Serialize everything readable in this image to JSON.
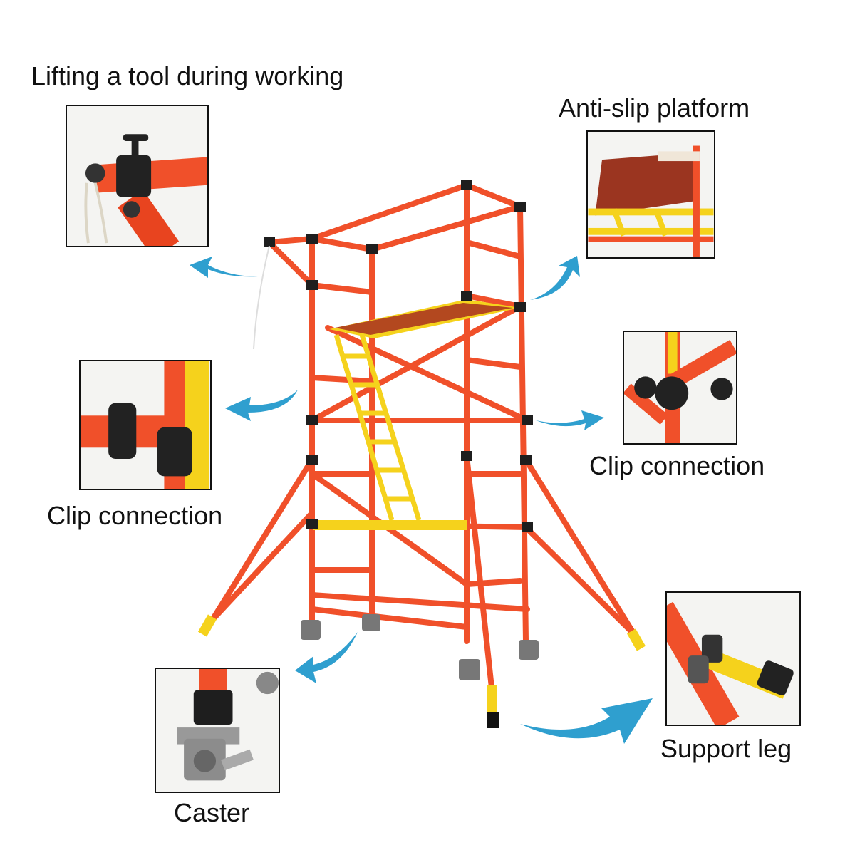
{
  "callouts": {
    "lifting": "Lifting a tool during working",
    "antislip": "Anti-slip platform",
    "clip_left": "Clip connection",
    "clip_right": "Clip connection",
    "caster": "Caster",
    "support_leg": "Support leg"
  },
  "colors": {
    "frame": "#f0502a",
    "frame_dark": "#c8321a",
    "platform": "#f5d21c",
    "clip": "#1e1e1e",
    "arrow": "#2f9fcf"
  }
}
